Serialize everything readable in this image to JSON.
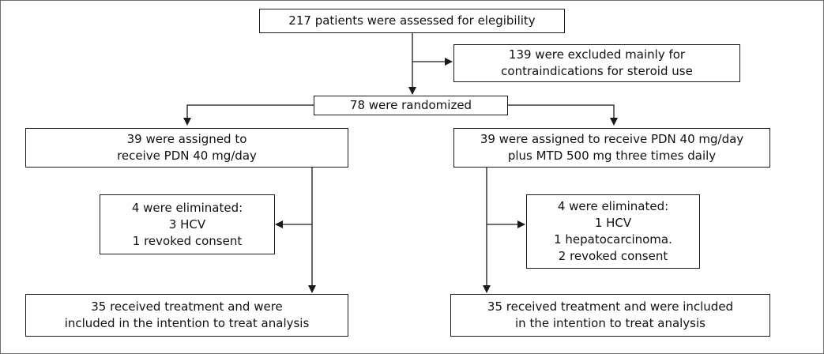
{
  "flowchart": {
    "assessed": {
      "line1": "217 patients were assessed for elegibility"
    },
    "excluded": {
      "line1": "139 were excluded mainly for",
      "line2": "contraindications for steroid use"
    },
    "randomized": {
      "line1": "78 were randomized"
    },
    "left_arm": {
      "assigned": {
        "line1": "39 were assigned to",
        "line2": "receive PDN 40 mg/day"
      },
      "eliminated": {
        "line1": "4 were eliminated:",
        "line2": "3 HCV",
        "line3": "1 revoked consent"
      },
      "final": {
        "line1": "35 received treatment and were",
        "line2": "included in the intention to treat analysis"
      }
    },
    "right_arm": {
      "assigned": {
        "line1": "39 were assigned to receive PDN 40 mg/day",
        "line2": "plus MTD 500 mg three times daily"
      },
      "eliminated": {
        "line1": "4 were eliminated:",
        "line2": "1 HCV",
        "line3": "1 hepatocarcinoma.",
        "line4": "2 revoked consent"
      },
      "final": {
        "line1": "35 received treatment and were included",
        "line2": "in the intention to treat analysis"
      }
    }
  }
}
